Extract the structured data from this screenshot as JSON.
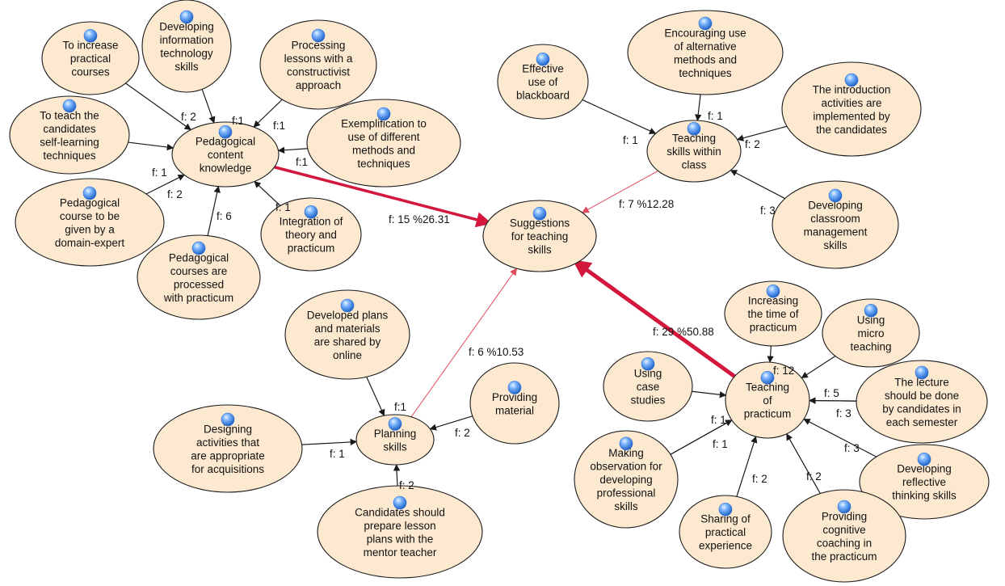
{
  "nodes": [
    {
      "id": "center",
      "lines": [
        "Suggestions",
        "for teaching",
        "skills"
      ]
    },
    {
      "id": "pck",
      "lines": [
        "Pedagogical",
        "content",
        "knowledge"
      ]
    },
    {
      "id": "tswc",
      "lines": [
        "Teaching",
        "skills within",
        "class"
      ]
    },
    {
      "id": "planning",
      "lines": [
        "Planning",
        "skills"
      ]
    },
    {
      "id": "practicum",
      "lines": [
        "Teaching",
        "of",
        "practicum"
      ]
    },
    {
      "id": "p1",
      "lines": [
        "To increase",
        "practical",
        "courses"
      ]
    },
    {
      "id": "p2",
      "lines": [
        "Developing",
        "information",
        "technology",
        "skills"
      ]
    },
    {
      "id": "p3",
      "lines": [
        "Processing",
        "lessons with a",
        "constructivist",
        "approach"
      ]
    },
    {
      "id": "p4",
      "lines": [
        "To teach the",
        "candidates",
        "self-learning",
        "techniques"
      ]
    },
    {
      "id": "p5",
      "lines": [
        "Exemplification to",
        "use of different",
        "methods and",
        "techniques"
      ]
    },
    {
      "id": "p6",
      "lines": [
        "Pedagogical",
        "course to be",
        "given by a",
        "domain-expert"
      ]
    },
    {
      "id": "p7",
      "lines": [
        "Pedagogical",
        "courses are",
        "processed",
        "with practicum"
      ]
    },
    {
      "id": "p8",
      "lines": [
        "Integration of",
        "theory and",
        "practicum"
      ]
    },
    {
      "id": "t1",
      "lines": [
        "Effective",
        "use of",
        "blackboard"
      ]
    },
    {
      "id": "t2",
      "lines": [
        "Encouraging use",
        "of alternative",
        "methods and",
        "techniques"
      ]
    },
    {
      "id": "t3",
      "lines": [
        "The introduction",
        "activities are",
        "implemented by",
        "the candidates"
      ]
    },
    {
      "id": "t4",
      "lines": [
        "Developing",
        "classroom",
        "management",
        "skills"
      ]
    },
    {
      "id": "pl1",
      "lines": [
        "Developed plans",
        "and materials",
        "are shared by",
        "online"
      ]
    },
    {
      "id": "pl2",
      "lines": [
        "Providing",
        "material"
      ]
    },
    {
      "id": "pl3",
      "lines": [
        "Designing",
        "activities that",
        "are appropriate",
        "for acquisitions"
      ]
    },
    {
      "id": "pl4",
      "lines": [
        "Candidates should",
        "prepare lesson",
        "plans with the",
        "mentor teacher"
      ]
    },
    {
      "id": "pr1",
      "lines": [
        "Increasing",
        "the time of",
        "practicum"
      ]
    },
    {
      "id": "pr2",
      "lines": [
        "Using",
        "micro",
        "teaching"
      ]
    },
    {
      "id": "pr3",
      "lines": [
        "Using",
        "case",
        "studies"
      ]
    },
    {
      "id": "pr4",
      "lines": [
        "The lecture",
        "should be done",
        "by candidates in",
        "each semester"
      ]
    },
    {
      "id": "pr5",
      "lines": [
        "Making",
        "observation for",
        "developing",
        "professional",
        "skills"
      ]
    },
    {
      "id": "pr6",
      "lines": [
        "Developing",
        "reflective",
        "thinking skills"
      ]
    },
    {
      "id": "pr7",
      "lines": [
        "Sharing of",
        "practical",
        "experience"
      ]
    },
    {
      "id": "pr8",
      "lines": [
        "Providing",
        "cognitive",
        "coaching in",
        "the practicum"
      ]
    }
  ],
  "edges": [
    {
      "from": "pck",
      "to": "center",
      "label": "f: 15 %26.31",
      "kind": "main-mid"
    },
    {
      "from": "tswc",
      "to": "center",
      "label": "f: 7 %12.28",
      "kind": "main-thin"
    },
    {
      "from": "planning",
      "to": "center",
      "label": "f: 6 %10.53",
      "kind": "main-thin"
    },
    {
      "from": "practicum",
      "to": "center",
      "label": "f: 29 %50.88",
      "kind": "main-thick"
    },
    {
      "from": "p1",
      "to": "pck",
      "label": "f: 2"
    },
    {
      "from": "p2",
      "to": "pck",
      "label": "f:1"
    },
    {
      "from": "p3",
      "to": "pck",
      "label": "f:1"
    },
    {
      "from": "p4",
      "to": "pck",
      "label": "f: 1"
    },
    {
      "from": "p5",
      "to": "pck",
      "label": "f:1"
    },
    {
      "from": "p6",
      "to": "pck",
      "label": "f: 2"
    },
    {
      "from": "p7",
      "to": "pck",
      "label": "f: 6"
    },
    {
      "from": "p8",
      "to": "pck",
      "label": "f: 1"
    },
    {
      "from": "t1",
      "to": "tswc",
      "label": "f: 1"
    },
    {
      "from": "t2",
      "to": "tswc",
      "label": "f: 1"
    },
    {
      "from": "t3",
      "to": "tswc",
      "label": "f: 2"
    },
    {
      "from": "t4",
      "to": "tswc",
      "label": "f: 3"
    },
    {
      "from": "pl1",
      "to": "planning",
      "label": "f:1"
    },
    {
      "from": "pl2",
      "to": "planning",
      "label": "f: 2"
    },
    {
      "from": "pl3",
      "to": "planning",
      "label": "f: 1"
    },
    {
      "from": "pl4",
      "to": "planning",
      "label": "f: 2"
    },
    {
      "from": "pr1",
      "to": "practicum",
      "label": "f: 12"
    },
    {
      "from": "pr2",
      "to": "practicum",
      "label": ""
    },
    {
      "from": "pr3",
      "to": "practicum",
      "label": ""
    },
    {
      "from": "pr4",
      "to": "practicum",
      "label": "f: 5"
    },
    {
      "from": "pr5",
      "to": "practicum",
      "label": "f: 1"
    },
    {
      "from": "pr6",
      "to": "practicum",
      "label": "f: 3"
    },
    {
      "from": "pr7",
      "to": "practicum",
      "label": "f: 2"
    },
    {
      "from": "pr8",
      "to": "practicum",
      "label": "f: 2"
    },
    {
      "from": "pr5",
      "to": "practicum",
      "label": "f: 1"
    },
    {
      "from": "pr4",
      "to": "practicum",
      "label": "f: 3"
    }
  ],
  "colors": {
    "node_fill": "#fde9d0",
    "node_stroke": "#1a1a1a",
    "strong_edge": "#d4183d",
    "thin_edge": "#e04a5e",
    "sub_edge": "#1a1a1a",
    "marker_blue": "#3a86e8"
  },
  "icon": "blue-sphere-marker-icon"
}
